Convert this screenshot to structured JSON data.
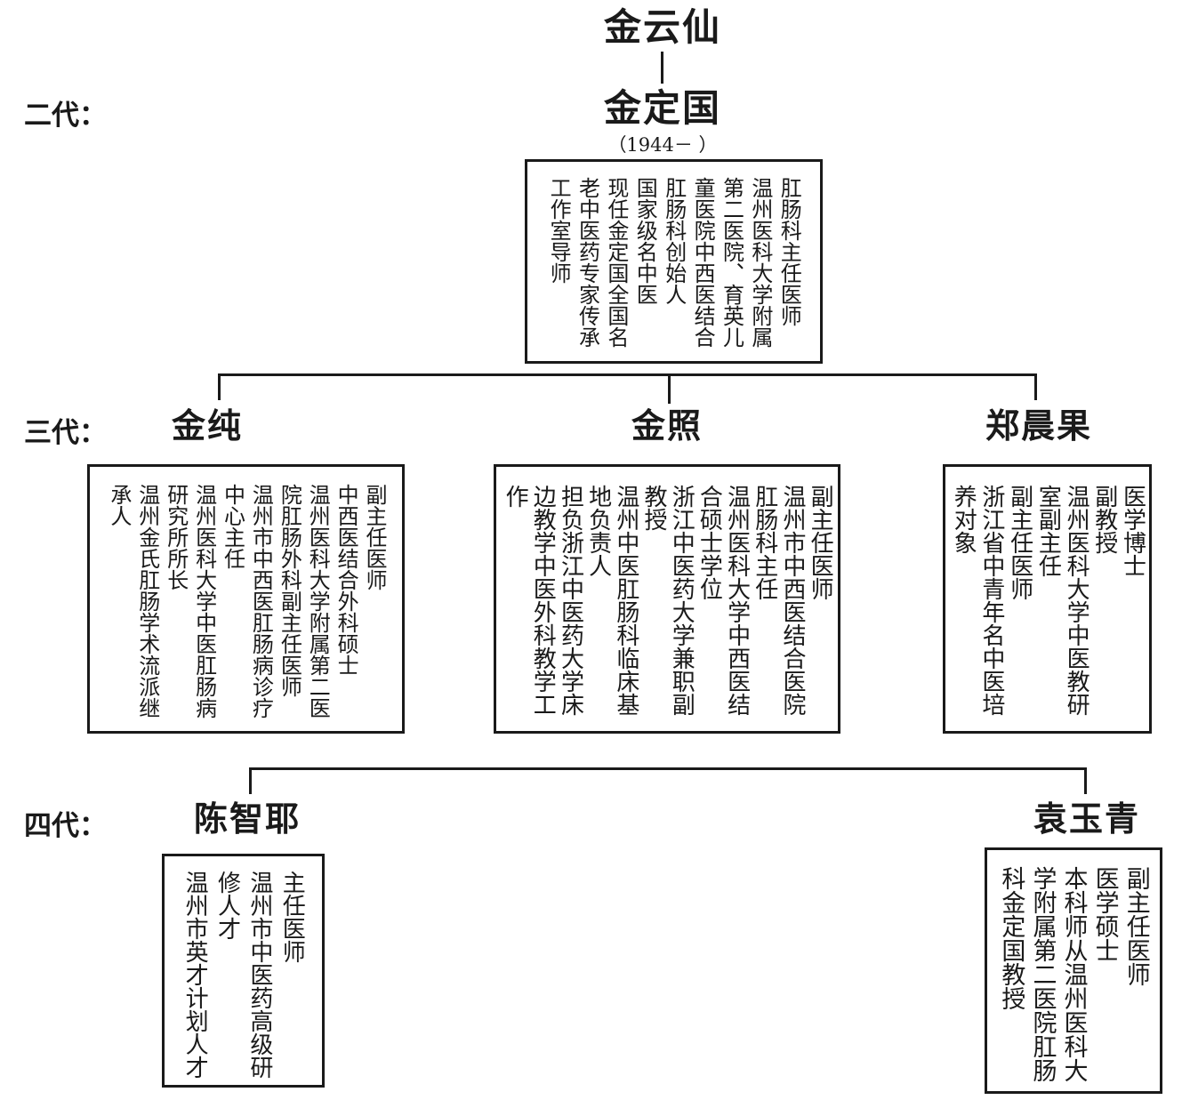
{
  "generation_labels": {
    "gen2": "二代：",
    "gen3": "三代：",
    "gen4": "四代："
  },
  "persons": {
    "jin_yunxian": {
      "name": "金云仙"
    },
    "jin_dingguo": {
      "name": "金定国",
      "years": "（1944－ ）",
      "titles": [
        "肛肠科主任医师",
        "温州医科大学附属第二医院、育英儿童医院中西医结合肛肠科创始人",
        "国家级名中医",
        "现任金定国全国名老中医药专家传承工作室导师"
      ]
    },
    "jin_chun": {
      "name": "金纯",
      "titles": [
        "副主任医师",
        "中西医结合外科硕士",
        "温州医科大学附属第二医院肛肠外科副主任医师",
        "温州市中西医肛肠病诊疗中心主任",
        "温州医科大学中医肛肠病研究所所长",
        "温州金氏肛肠学术流派继承人"
      ]
    },
    "jin_zhao": {
      "name": "金照",
      "titles": [
        "副主任医师",
        "温州市中西医结合医院肛肠科主任",
        "温州医科大学中西医结合硕士学位",
        "浙江中医药大学兼职副教授",
        "温州中医肛肠科临床基地负责人",
        "担负浙江中医药大学床边教学中医外科教学工作"
      ]
    },
    "zheng_chenguo": {
      "name": "郑晨果",
      "titles": [
        "医学博士",
        "副教授",
        "温州医科大学中医教研室副主任",
        "副主任医师",
        "浙江省中青年名中医培养对象"
      ]
    },
    "chen_zhiye": {
      "name": "陈智耶",
      "titles": [
        "主任医师",
        "温州市中医药高级研修人才",
        "温州市英才计划人才"
      ]
    },
    "yuan_yuqing": {
      "name": "袁玉青",
      "titles": [
        "副主任医师",
        "医学硕士",
        "本科师从温州医科大学附属第二医院肛肠科金定国教授"
      ]
    }
  },
  "colors": {
    "ink": "#1a1a1a",
    "background": "#ffffff"
  }
}
